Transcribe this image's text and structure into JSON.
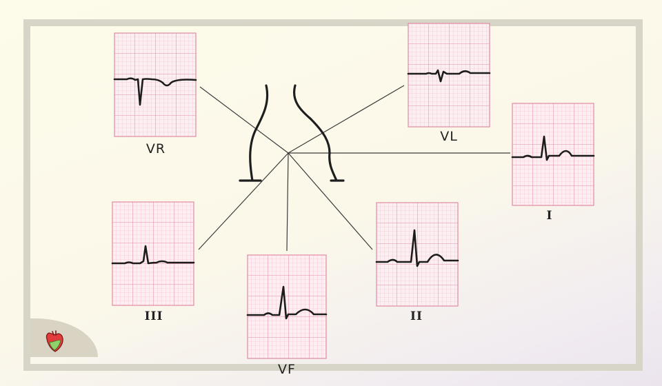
{
  "diagram": {
    "leads": [
      {
        "id": "vr",
        "label": "VR",
        "complex": "negative"
      },
      {
        "id": "vl",
        "label": "VL",
        "complex": "biphasic-small"
      },
      {
        "id": "i",
        "label": "I",
        "complex": "positive"
      },
      {
        "id": "iii",
        "label": "III",
        "complex": "positive"
      },
      {
        "id": "vf",
        "label": "VF",
        "complex": "positive-tall"
      },
      {
        "id": "ii",
        "label": "II",
        "complex": "positive-tall"
      }
    ],
    "colors": {
      "grid_minor": "#f2b6c6",
      "grid_major": "#e48ea6",
      "paper": "#fdeef2",
      "trace": "#1c1c1c",
      "frame": "#d7d4c8"
    },
    "logo_icon": "heart-logo-icon"
  }
}
